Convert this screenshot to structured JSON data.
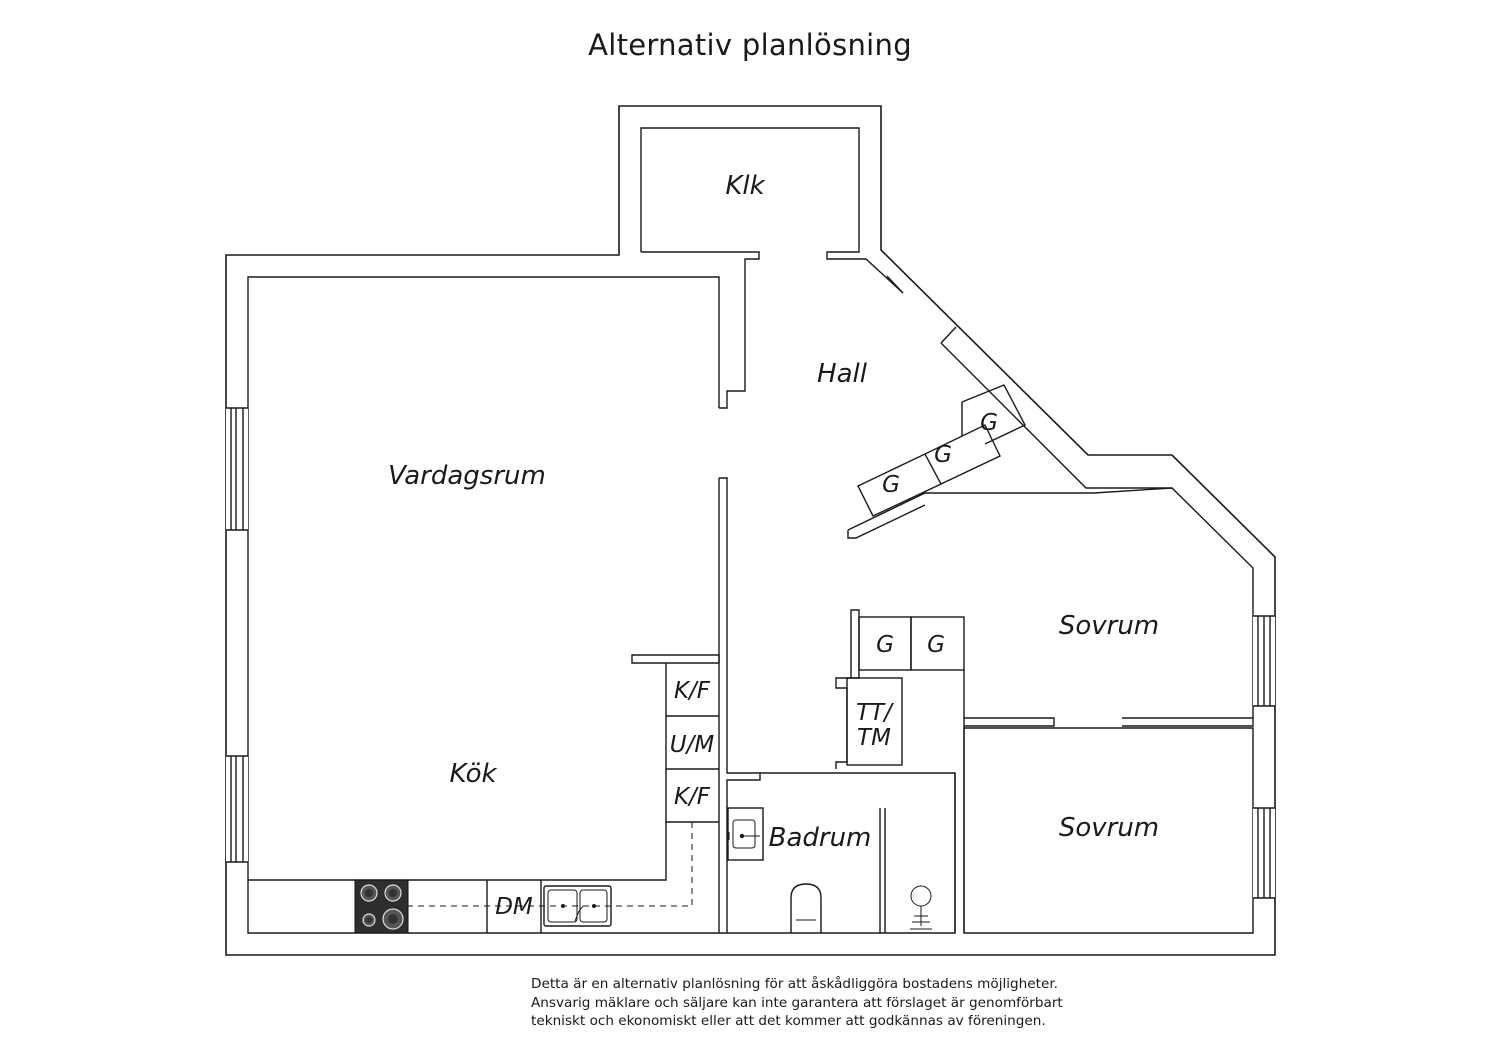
{
  "title": "Alternativ planlösning",
  "rooms": {
    "klk": "Klk",
    "hall": "Hall",
    "vardagsrum": "Vardagsrum",
    "kok": "Kök",
    "badrum": "Badrum",
    "sovrum_1": "Sovrum",
    "sovrum_2": "Sovrum"
  },
  "units": {
    "hall_wardrobe_1": "G",
    "hall_wardrobe_2": "G",
    "hall_wardrobe_3": "G",
    "sovrum_wardrobe_1": "G",
    "sovrum_wardrobe_2": "G",
    "fridge_freezer_1": "K/F",
    "oven_microwave": "U/M",
    "fridge_freezer_2": "K/F",
    "dishwasher": "DM",
    "washer_dryer_line1": "TT/",
    "washer_dryer_line2": "TM"
  },
  "disclaimer": [
    "Detta är en alternativ planlösning för att åskådliggöra bostadens möjligheter.",
    "Ansvarig mäklare och säljare kan inte garantera att förslaget är genomförbart",
    "tekniskt och ekonomiskt eller att det kommer att godkännas av föreningen."
  ],
  "colors": {
    "lines": "#1a1a1a",
    "background": "#ffffff",
    "stove": "#2e2e2e"
  }
}
